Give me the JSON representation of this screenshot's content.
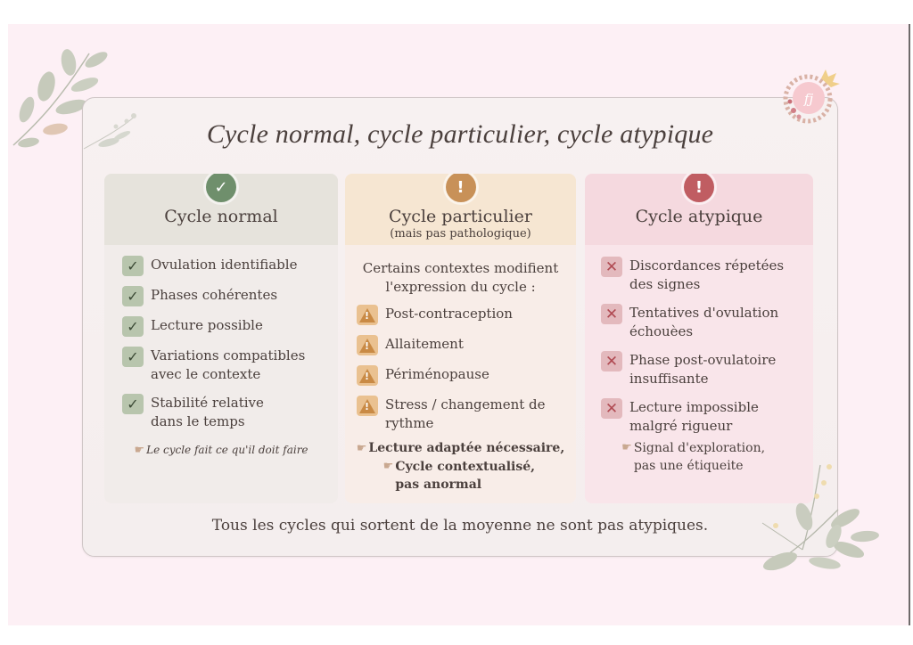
{
  "title": "Cycle normal, cycle particulier, cycle atypique",
  "logo": {
    "monogram": "fj"
  },
  "columns": {
    "normal": {
      "badge_icon": "✓",
      "title": "Cycle normal",
      "items": [
        "Ovulation identifiable",
        "Phases cohérentes",
        "Lecture possible",
        "Variations compatibles avec le contexte",
        "Stabilité relative dans le temps"
      ],
      "note": "Le cycle fait ce qu'il doit faire"
    },
    "particulier": {
      "badge_icon": "!",
      "title": "Cycle particulier",
      "subtitle": "(mais pas pathologique)",
      "intro": "Certains contextes modifient l'expression du cycle :",
      "items": [
        "Post-contraception",
        "Allaitement",
        "Périménopause",
        "Stress / changement de rythme"
      ],
      "note_1": "Lecture adaptée nécessaire,",
      "note_2": "Cycle contextualisé, pas anormal"
    },
    "atypique": {
      "badge_icon": "!",
      "title": "Cycle atypique",
      "items": [
        "Discordances répetées des signes",
        "Tentatives d'ovulation échouèes",
        "Phase post-ovulatoire insuffisante",
        "Lecture impossible malgré rigueur"
      ],
      "note": "Signal d'exploration, pas une étiqueite"
    }
  },
  "footer": "Tous les cycles qui sortent de la moyenne ne sont pas atypiques.",
  "icons": {
    "check": "✓",
    "warning": "⚠",
    "cross": "✕",
    "hand": "☛"
  },
  "colors": {
    "green": "#6f8f6c",
    "orange": "#c89158",
    "red": "#c05d62",
    "background": "#fdf0f5"
  }
}
